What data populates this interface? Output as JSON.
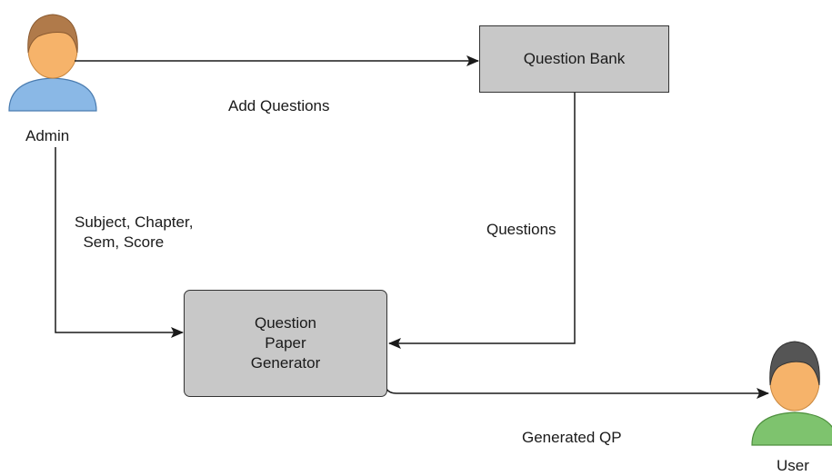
{
  "actors": {
    "admin": {
      "label": "Admin",
      "hair_color": "#b07a4a",
      "shirt_color": "#8ab8e6"
    },
    "user": {
      "label": "User",
      "hair_color": "#555555",
      "shirt_color": "#7ec36e"
    }
  },
  "nodes": {
    "question_bank": {
      "label": "Question Bank",
      "fill": "#c8c8c8"
    },
    "question_paper_generator": {
      "label": "Question\nPaper\nGenerator",
      "fill": "#c8c8c8"
    }
  },
  "edges": {
    "add_questions": {
      "label": "Add Questions"
    },
    "subject_params": {
      "label": "Subject, Chapter,\n  Sem, Score"
    },
    "questions": {
      "label": "Questions"
    },
    "generated_qp": {
      "label": "Generated QP"
    }
  },
  "colors": {
    "skin": "#f6b36a",
    "line": "#1a1a1a"
  }
}
